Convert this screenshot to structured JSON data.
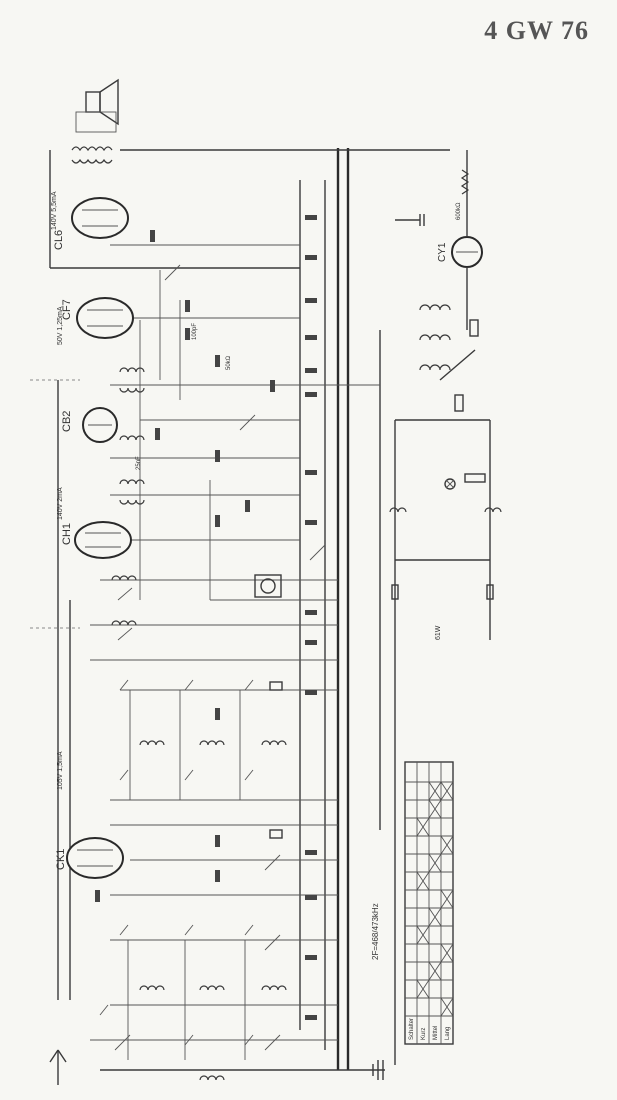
{
  "header": {
    "model": "4 GW 76"
  },
  "tubes": [
    {
      "id": "CL6"
    },
    {
      "id": "CF7"
    },
    {
      "id": "CB2"
    },
    {
      "id": "CH1"
    },
    {
      "id": "CK1"
    },
    {
      "id": "CY1"
    }
  ],
  "labels": {
    "filter": "2F=468/473kHz",
    "cl6_values": "140V 5,5mA",
    "cf7_values": "50V 1,25mA",
    "ch1_values": "140V 2mA",
    "ck1_values": "105V 1,5mA",
    "stage": "61W",
    "cap_a": "25nF",
    "cap_b": "100pF",
    "res_a": "600kΩ",
    "res_b": "50kΩ"
  },
  "switch_table": {
    "rows": [
      "Schalter",
      "Kurz",
      "Mittel",
      "Lang"
    ]
  },
  "colors": {
    "ink": "#3a3a3a",
    "paper": "#f7f7f3"
  }
}
